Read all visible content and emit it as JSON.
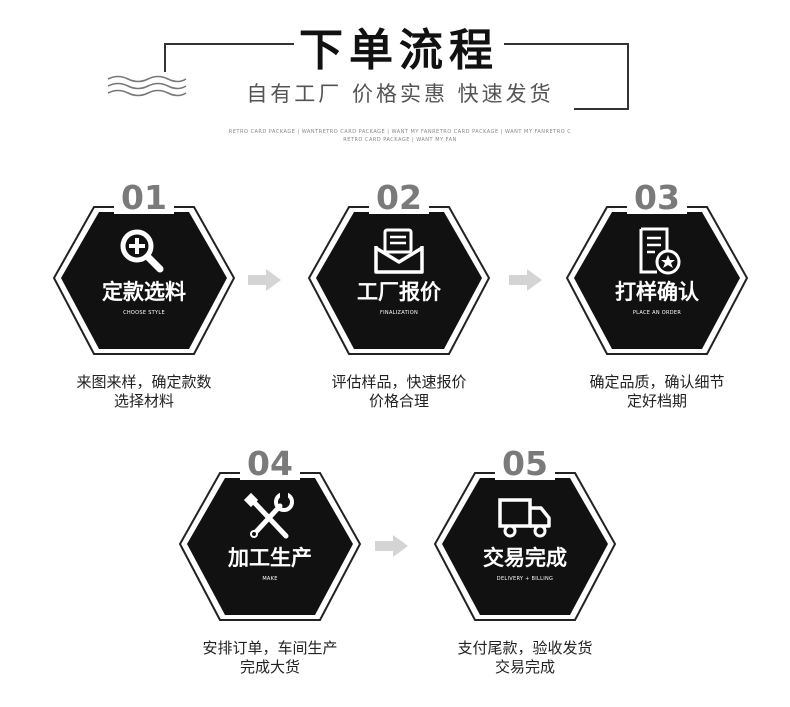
{
  "header": {
    "title": "下单流程",
    "subtitle": "自有工厂 价格实惠 快速发货",
    "tagline": "RETRO CARD PACKAGE | WANTRETRO CARD PACKAGE | WANT MY FANRETRO CARD PACKAGE | WANT MY FANRETRO C RETRO CARD PACKAGE | WANT MY FAN"
  },
  "steps": [
    {
      "num": "01",
      "title": "定款选料",
      "en": "CHOOSE STYLE",
      "icon": "magnifier-plus-icon",
      "desc_1": "来图来样，确定款数",
      "desc_2": "选择材料"
    },
    {
      "num": "02",
      "title": "工厂报价",
      "en": "FINALIZATION",
      "icon": "envelope-document-icon",
      "desc_1": "评估样品，快速报价",
      "desc_2": "价格合理"
    },
    {
      "num": "03",
      "title": "打样确认",
      "en": "PLACE AN ORDER",
      "icon": "document-star-icon",
      "desc_1": "确定品质，确认细节",
      "desc_2": "定好档期"
    },
    {
      "num": "04",
      "title": "加工生产",
      "en": "MAKE",
      "icon": "tools-icon",
      "desc_1": "安排订单，车间生产",
      "desc_2": "完成大货"
    },
    {
      "num": "05",
      "title": "交易完成",
      "en": "DELIVERY + BILLING",
      "icon": "truck-icon",
      "desc_1": "支付尾款，验收发货",
      "desc_2": "交易完成"
    }
  ],
  "colors": {
    "hex_fill": "#111111",
    "arrow": "#d4d4d4",
    "number": "#7a7a7a"
  }
}
